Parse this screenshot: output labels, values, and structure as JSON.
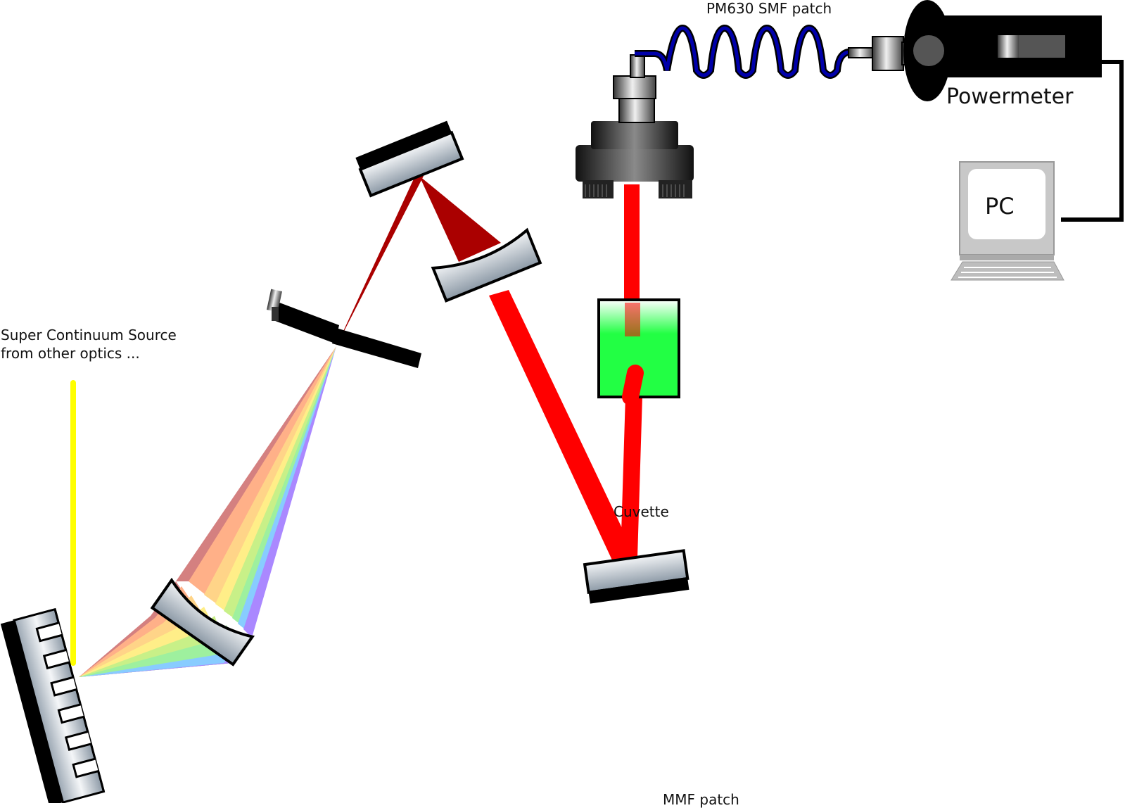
{
  "labels": {
    "source_line1": "Super Continuum Source",
    "source_line2": "from other  optics ...",
    "smf_patch": "PM630 SMF patch",
    "powermeter": "Powermeter",
    "pc": "PC",
    "cuvette": "Cuvette",
    "mmf_patch": "MMF patch"
  },
  "colors": {
    "input_beam": "#ffff00",
    "red_beam": "#ff0000",
    "dark_red_beam": "#aa0000",
    "cuvette_liquid": "#22ff44",
    "fiber_jacket": "#0000aa",
    "spectrum": [
      "#d48080",
      "#ffb088",
      "#ffd488",
      "#ffee88",
      "#c8f088",
      "#9ef09e",
      "#88ccff",
      "#aa88ff"
    ]
  },
  "components": [
    "diffraction-grating",
    "concave-mirror-1",
    "slit",
    "flat-mirror-1",
    "concave-mirror-2",
    "cuvette",
    "flat-mirror-2",
    "fiber-coupler",
    "smf-fiber",
    "powermeter",
    "pc"
  ]
}
